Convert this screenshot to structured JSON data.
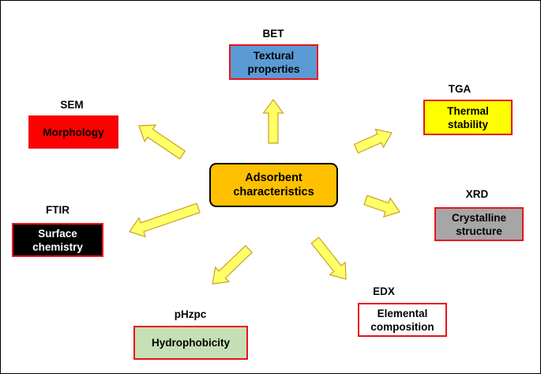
{
  "center": {
    "line1": "Adsorbent",
    "line2": "characteristics"
  },
  "nodes": [
    {
      "id": "bet",
      "technique": "BET",
      "property": [
        "Textural",
        "properties"
      ],
      "fill": "#5b9bd5",
      "text_color": "#000000"
    },
    {
      "id": "tga",
      "technique": "TGA",
      "property": [
        "Thermal",
        "stability"
      ],
      "fill": "#ffff00",
      "text_color": "#000000"
    },
    {
      "id": "xrd",
      "technique": "XRD",
      "property": [
        "Crystalline",
        "structure"
      ],
      "fill": "#a6a6a6",
      "text_color": "#000000"
    },
    {
      "id": "edx",
      "technique": "EDX",
      "property": [
        "Elemental",
        "composition"
      ],
      "fill": "#ffffff",
      "text_color": "#000000"
    },
    {
      "id": "phzpc",
      "technique": "pHzpc",
      "property": [
        "Hydrophobicity"
      ],
      "fill": "#c5e0b4",
      "text_color": "#000000"
    },
    {
      "id": "ftir",
      "technique": "FTIR",
      "property": [
        "Surface",
        "chemistry"
      ],
      "fill": "#000000",
      "text_color": "#ffffff"
    },
    {
      "id": "sem",
      "technique": "SEM",
      "property": [
        "Morphology"
      ],
      "fill": "#ff0000",
      "text_color": "#000000"
    }
  ],
  "colors": {
    "arrow_fill": "#ffff66",
    "arrow_stroke": "#c9a227",
    "box_border": "#e8141b",
    "center_fill": "#ffc000"
  }
}
